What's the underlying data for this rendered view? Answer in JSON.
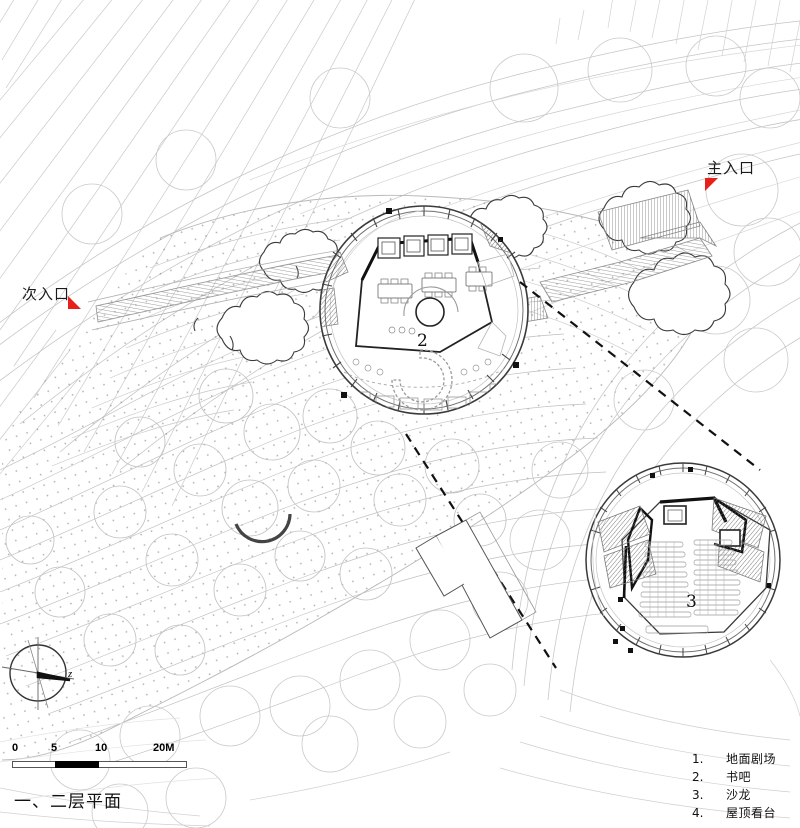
{
  "drawing": {
    "title": "一、二层平面",
    "annotations": {
      "main_entrance": "主入口",
      "secondary_entrance": "次入口",
      "room_label_2": "2",
      "room_label_3": "3",
      "north_arrow": "z"
    },
    "scale_bar": {
      "ticks": [
        "0",
        "5",
        "10",
        "20M"
      ]
    },
    "legend": [
      {
        "num": "1.",
        "name": "地面剧场"
      },
      {
        "num": "2.",
        "name": "书吧"
      },
      {
        "num": "3.",
        "name": "沙龙"
      },
      {
        "num": "4.",
        "name": "屋顶看台"
      }
    ],
    "colors": {
      "marker_red": "#e8201a",
      "ink": "#111111",
      "light_line": "#bdbdbd",
      "faint_line": "#d8d8d8",
      "paper": "#ffffff"
    }
  }
}
